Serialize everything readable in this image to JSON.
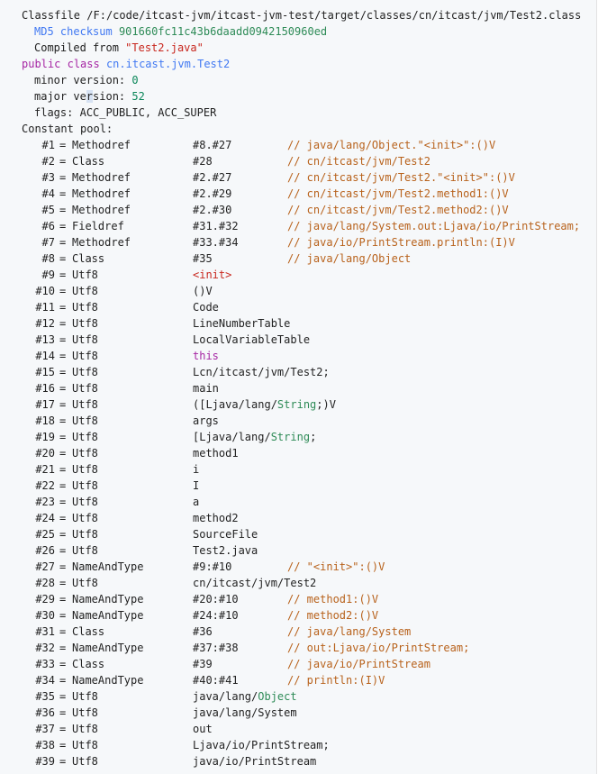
{
  "header": {
    "classfile_label": "Classfile",
    "classfile_path": "/F:/code/itcast-jvm/itcast-jvm-test/target/classes/cn/itcast/jvm/Test2.class",
    "md5_label": "MD5",
    "checksum_label": "checksum",
    "checksum_value": "901660fc11c43b6daadd0942150960ed",
    "compiled_from_label": "Compiled from",
    "compiled_from_value": "\"Test2.java\"",
    "public_kw": "public",
    "class_kw": "class",
    "class_name": "cn.itcast.jvm.Test2",
    "minor_label": "minor version:",
    "minor_value": "0",
    "major_label_a": "major ve",
    "major_label_b": "r",
    "major_label_c": "sion:",
    "major_value": "52",
    "flags_label": "flags:",
    "flags_value": "ACC_PUBLIC, ACC_SUPER",
    "constant_pool_label": "Constant pool:"
  },
  "constant_pool": [
    {
      "num": "#1",
      "type": "Methodref",
      "ref": "#8.#27",
      "comment": "// java/lang/Object.\"<init>\":()V"
    },
    {
      "num": "#2",
      "type": "Class",
      "ref": "#28",
      "comment": "// cn/itcast/jvm/Test2"
    },
    {
      "num": "#3",
      "type": "Methodref",
      "ref": "#2.#27",
      "comment": "// cn/itcast/jvm/Test2.\"<init>\":()V"
    },
    {
      "num": "#4",
      "type": "Methodref",
      "ref": "#2.#29",
      "comment": "// cn/itcast/jvm/Test2.method1:()V"
    },
    {
      "num": "#5",
      "type": "Methodref",
      "ref": "#2.#30",
      "comment": "// cn/itcast/jvm/Test2.method2:()V"
    },
    {
      "num": "#6",
      "type": "Fieldref",
      "ref": "#31.#32",
      "comment": "// java/lang/System.out:Ljava/io/PrintStream;"
    },
    {
      "num": "#7",
      "type": "Methodref",
      "ref": "#33.#34",
      "comment": "// java/io/PrintStream.println:(I)V"
    },
    {
      "num": "#8",
      "type": "Class",
      "ref": "#35",
      "comment": "// java/lang/Object"
    },
    {
      "num": "#9",
      "type": "Utf8",
      "ref": "<init>",
      "comment": "",
      "style": "str"
    },
    {
      "num": "#10",
      "type": "Utf8",
      "ref": "()V",
      "comment": ""
    },
    {
      "num": "#11",
      "type": "Utf8",
      "ref": "Code",
      "comment": ""
    },
    {
      "num": "#12",
      "type": "Utf8",
      "ref": "LineNumberTable",
      "comment": ""
    },
    {
      "num": "#13",
      "type": "Utf8",
      "ref": "LocalVariableTable",
      "comment": ""
    },
    {
      "num": "#14",
      "type": "Utf8",
      "ref": "this",
      "comment": "",
      "style": "kw"
    },
    {
      "num": "#15",
      "type": "Utf8",
      "ref": "Lcn/itcast/jvm/Test2;",
      "comment": ""
    },
    {
      "num": "#16",
      "type": "Utf8",
      "ref": "main",
      "comment": ""
    },
    {
      "num": "#17",
      "type": "Utf8",
      "ref": "([Ljava/lang/",
      "ref2": "String",
      "ref3": ";)V",
      "comment": ""
    },
    {
      "num": "#18",
      "type": "Utf8",
      "ref": "args",
      "comment": ""
    },
    {
      "num": "#19",
      "type": "Utf8",
      "ref": "[Ljava/lang/",
      "ref2": "String",
      "ref3": ";",
      "comment": ""
    },
    {
      "num": "#20",
      "type": "Utf8",
      "ref": "method1",
      "comment": ""
    },
    {
      "num": "#21",
      "type": "Utf8",
      "ref": "i",
      "comment": ""
    },
    {
      "num": "#22",
      "type": "Utf8",
      "ref": "I",
      "comment": ""
    },
    {
      "num": "#23",
      "type": "Utf8",
      "ref": "a",
      "comment": ""
    },
    {
      "num": "#24",
      "type": "Utf8",
      "ref": "method2",
      "comment": ""
    },
    {
      "num": "#25",
      "type": "Utf8",
      "ref": "SourceFile",
      "comment": ""
    },
    {
      "num": "#26",
      "type": "Utf8",
      "ref": "Test2.java",
      "comment": ""
    },
    {
      "num": "#27",
      "type": "NameAndType",
      "ref": "#9:#10",
      "comment": "// \"<init>\":()V"
    },
    {
      "num": "#28",
      "type": "Utf8",
      "ref": "cn/itcast/jvm/Test2",
      "comment": ""
    },
    {
      "num": "#29",
      "type": "NameAndType",
      "ref": "#20:#10",
      "comment": "// method1:()V"
    },
    {
      "num": "#30",
      "type": "NameAndType",
      "ref": "#24:#10",
      "comment": "// method2:()V"
    },
    {
      "num": "#31",
      "type": "Class",
      "ref": "#36",
      "comment": "// java/lang/System"
    },
    {
      "num": "#32",
      "type": "NameAndType",
      "ref": "#37:#38",
      "comment": "// out:Ljava/io/PrintStream;"
    },
    {
      "num": "#33",
      "type": "Class",
      "ref": "#39",
      "comment": "// java/io/PrintStream"
    },
    {
      "num": "#34",
      "type": "NameAndType",
      "ref": "#40:#41",
      "comment": "// println:(I)V"
    },
    {
      "num": "#35",
      "type": "Utf8",
      "ref": "java/lang/",
      "ref2": "Object",
      "ref3": "",
      "comment": ""
    },
    {
      "num": "#36",
      "type": "Utf8",
      "ref": "java/lang/System",
      "comment": ""
    },
    {
      "num": "#37",
      "type": "Utf8",
      "ref": "out",
      "comment": ""
    },
    {
      "num": "#38",
      "type": "Utf8",
      "ref": "Ljava/io/PrintStream;",
      "comment": ""
    },
    {
      "num": "#39",
      "type": "Utf8",
      "ref": "java/io/PrintStream",
      "comment": ""
    }
  ],
  "colors": {
    "background": "#f6f8fa",
    "keyword": "#a626a4",
    "function": "#4078f2",
    "string": "#c8271e",
    "number": "#098658",
    "comment": "#b8621c"
  }
}
